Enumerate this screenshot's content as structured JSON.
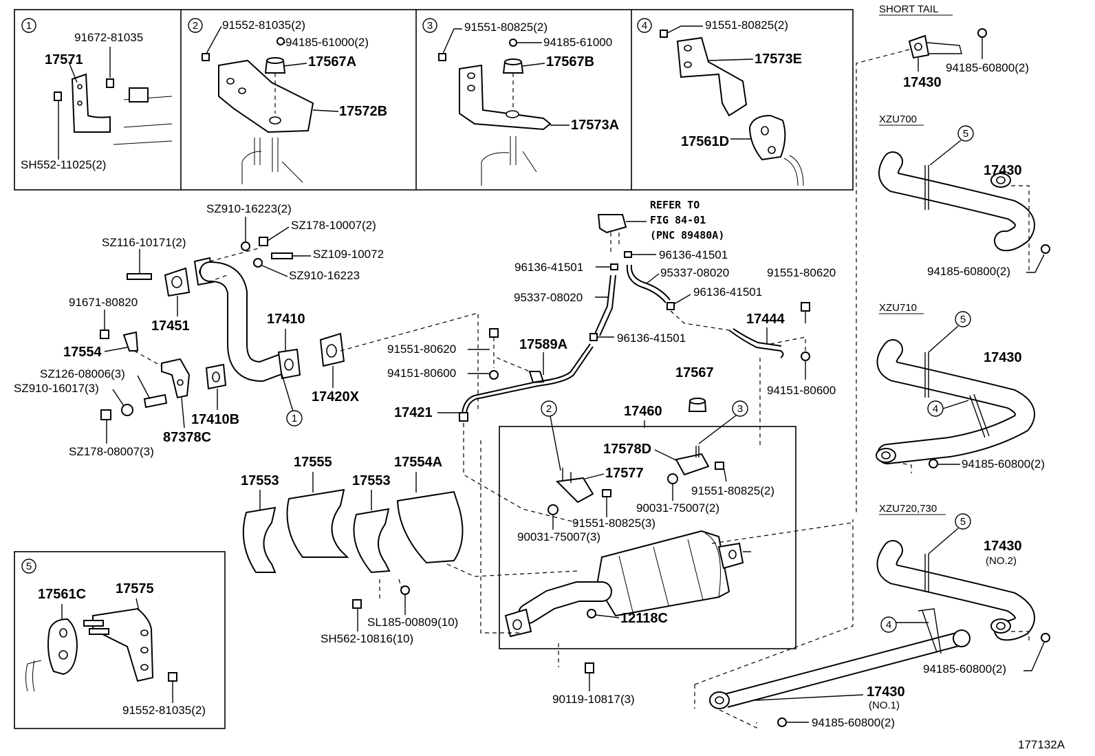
{
  "insets": [
    {
      "num": "1",
      "labels": [
        "91672-81035",
        "17571",
        "SH552-11025(2)"
      ]
    },
    {
      "num": "2",
      "labels": [
        "91552-81035(2)",
        "94185-61000(2)",
        "17567A",
        "17572B"
      ]
    },
    {
      "num": "3",
      "labels": [
        "91551-80825(2)",
        "94185-61000",
        "17567B",
        "17573A"
      ]
    },
    {
      "num": "4",
      "labels": [
        "91551-80825(2)",
        "17573E",
        "17561D"
      ]
    },
    {
      "num": "5",
      "labels": [
        "17561C",
        "17575",
        "91552-81035(2)"
      ]
    }
  ],
  "variants": {
    "short_tail": "SHORT TAIL",
    "xzu700": "XZU700",
    "xzu710": "XZU710",
    "xzu720": "XZU720,730"
  },
  "refer": {
    "line1": "REFER TO",
    "line2": "FIG 84-01",
    "line3": "(PNC 89480A)"
  },
  "parts": {
    "p17430": "17430",
    "p94185_60800_2": "94185-60800(2)",
    "no1": "(NO.1)",
    "no2": "(NO.2)",
    "sz910_16223_2": "SZ910-16223(2)",
    "sz178_10007_2": "SZ178-10007(2)",
    "sz116_10171_2": "SZ116-10171(2)",
    "sz109_10072": "SZ109-10072",
    "sz910_16223": "SZ910-16223",
    "p91671_80820": "91671-80820",
    "p17451": "17451",
    "p17410": "17410",
    "p17554": "17554",
    "sz126_08006_3": "SZ126-08006(3)",
    "sz910_16017_3": "SZ910-16017(3)",
    "sz178_08007_3": "SZ178-08007(3)",
    "p87378c": "87378C",
    "p17410b": "17410B",
    "p17420x": "17420X",
    "p96136_41501": "96136-41501",
    "p95337_08020": "95337-08020",
    "p91551_80620": "91551-80620",
    "p17444": "17444",
    "p17589a": "17589A",
    "p94151_80600": "94151-80600",
    "p17421": "17421",
    "p17567": "17567",
    "p17460": "17460",
    "p17578d": "17578D",
    "p17577": "17577",
    "p91551_80825_2": "91551-80825(2)",
    "p90031_75007_2": "90031-75007(2)",
    "p91551_80825_3": "91551-80825(3)",
    "p90031_75007_3": "90031-75007(3)",
    "p17553": "17553",
    "p17555": "17555",
    "p17554a": "17554A",
    "p12118c": "12118C",
    "sl185_00809_10": "SL185-00809(10)",
    "sh562_10816_10": "SH562-10816(10)",
    "p90119_10817_3": "90119-10817(3)",
    "c1": "1",
    "c2": "2",
    "c3": "3",
    "c4": "4",
    "c5": "5"
  },
  "figure_id": "177132A"
}
